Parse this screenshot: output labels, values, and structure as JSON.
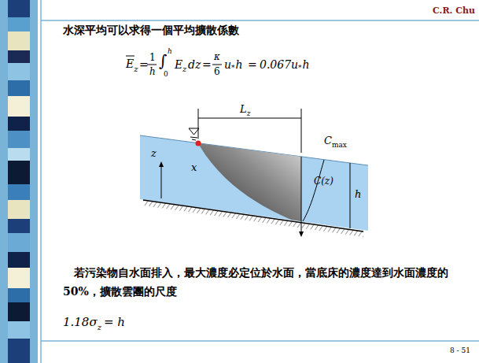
{
  "diagram": {
    "title": "水深平均可以求得一個平均擴散係數",
    "labels": [
      "E",
      "z",
      "=",
      "1",
      "h",
      "∫",
      "h",
      "0",
      "E",
      "z",
      "dz",
      "=",
      "κ",
      "6",
      "u",
      "*",
      "h",
      "=",
      "0.067u",
      "*",
      "h",
      "L",
      "z",
      "C",
      "max",
      "z",
      "x",
      "C(z)",
      "h",
      "若污染物自水面排入，最大濃度必定位於水面，當底床的濃度達到水面濃度的50%，擴散雲團的尺度",
      "1.18σ",
      "z",
      "= h",
      "8 - 51",
      "C.R. Chu"
    ]
  }
}
